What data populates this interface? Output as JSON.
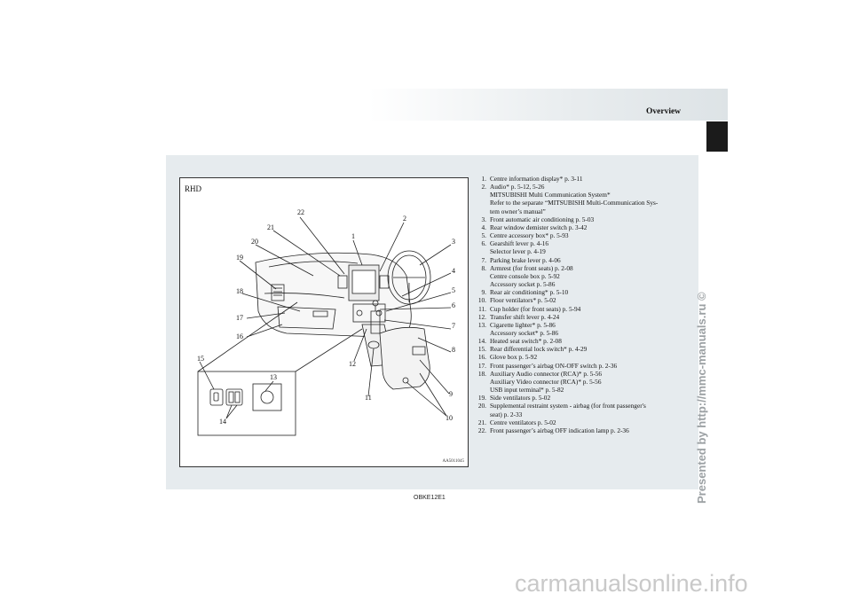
{
  "header": {
    "title": "Overview"
  },
  "figure": {
    "label": "RHD",
    "code": "AA5011045",
    "callouts": [
      "22",
      "2",
      "21",
      "1",
      "3",
      "20",
      "4",
      "19",
      "5",
      "18",
      "6",
      "17",
      "7",
      "16",
      "8",
      "15",
      "13",
      "12",
      "14",
      "11",
      "9",
      "10"
    ]
  },
  "items": [
    {
      "num": "1.",
      "lines": [
        "Centre information display* p. 3-11"
      ]
    },
    {
      "num": "2.",
      "lines": [
        "Audio* p. 5-12, 5-26",
        "MITSUBISHI Multi Communication System*",
        "Refer to the separate “MITSUBISHI Multi-Communication Sys-",
        "tem owner’s manual”"
      ]
    },
    {
      "num": "3.",
      "lines": [
        "Front automatic air conditioning p. 5-03"
      ]
    },
    {
      "num": "4.",
      "lines": [
        "Rear window demister switch p. 3-42"
      ]
    },
    {
      "num": "5.",
      "lines": [
        "Centre accessory box* p. 5-93"
      ]
    },
    {
      "num": "6.",
      "lines": [
        "Gearshift lever p. 4-16",
        "Selector lever p. 4-19"
      ]
    },
    {
      "num": "7.",
      "lines": [
        "Parking brake lever p. 4-06"
      ]
    },
    {
      "num": "8.",
      "lines": [
        "Armrest (for front seats) p. 2-08",
        "Centre console box p. 5-92",
        "Accessory socket p. 5-86"
      ]
    },
    {
      "num": "9.",
      "lines": [
        "Rear air conditioning* p. 5-10"
      ]
    },
    {
      "num": "10.",
      "lines": [
        "Floor ventilators* p. 5-02"
      ]
    },
    {
      "num": "11.",
      "lines": [
        "Cup holder (for front seats) p. 5-94"
      ]
    },
    {
      "num": "12.",
      "lines": [
        "Transfer shift lever p. 4-24"
      ]
    },
    {
      "num": "13.",
      "lines": [
        "Cigarette lighter* p. 5-86",
        "Accessory socket* p. 5-86"
      ]
    },
    {
      "num": "14.",
      "lines": [
        "Heated seat switch* p. 2-08"
      ]
    },
    {
      "num": "15.",
      "lines": [
        "Rear differential lock switch* p. 4-29"
      ]
    },
    {
      "num": "16.",
      "lines": [
        "Glove box p. 5-92"
      ]
    },
    {
      "num": "17.",
      "lines": [
        "Front passenger’s airbag ON-OFF switch p. 2-36"
      ]
    },
    {
      "num": "18.",
      "lines": [
        "Auxiliary Audio connector (RCA)* p. 5-56",
        "Auxiliary Video connector (RCA)* p. 5-56",
        "USB input terminal* p. 5-82"
      ]
    },
    {
      "num": "19.",
      "lines": [
        "Side ventilators p. 5-02"
      ]
    },
    {
      "num": "20.",
      "lines": [
        "Supplemental restraint system - airbag (for front passenger's",
        "seat) p. 2-33"
      ]
    },
    {
      "num": "21.",
      "lines": [
        "Centre ventilators p. 5-02"
      ]
    },
    {
      "num": "22.",
      "lines": [
        "Front passenger’s airbag OFF indication lamp p. 2-36"
      ]
    }
  ],
  "footer": {
    "code": "OBKE12E1"
  },
  "watermark": {
    "side": "Presented by http://mmc-manuals.ru ©",
    "bottom": "carmanualsonline.info"
  }
}
